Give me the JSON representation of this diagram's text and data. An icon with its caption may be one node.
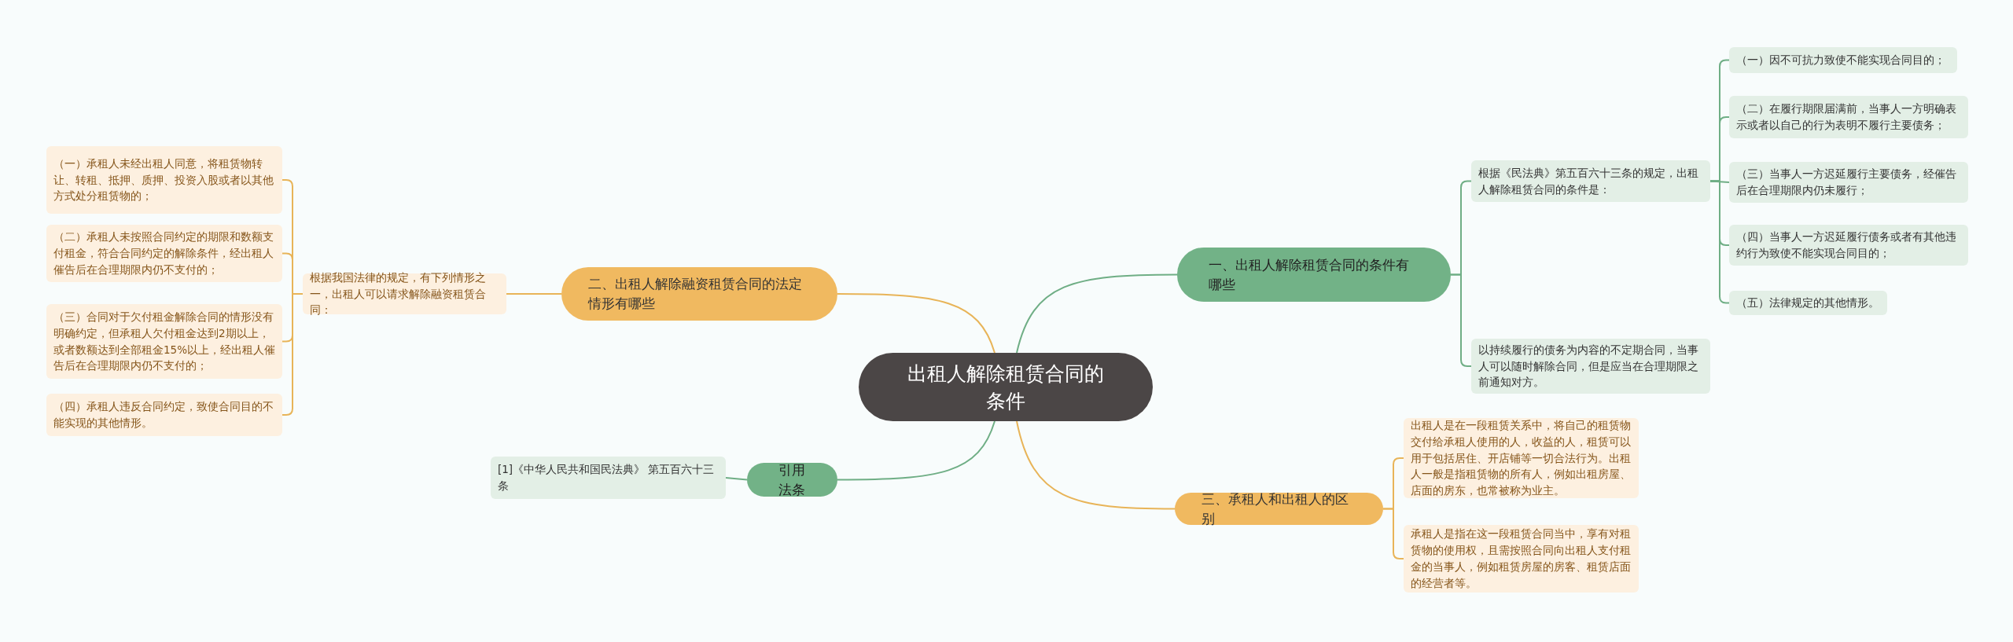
{
  "diagram": {
    "nodes": [
      {
        "text": [
          "出租人解除租赁合同的条件"
        ]
      },
      {
        "text": [
          "一、出租人解除租赁合同的条件有哪些"
        ]
      },
      {
        "text": [
          "根据《民法典》第五百六十三条的规定，出租人解除租赁合同的条件是："
        ]
      },
      {
        "text": [
          "（一）因不可抗力致使不能实现合同目的；"
        ]
      },
      {
        "text": [
          "（二）在履行期限届满前，当事人一方明确表示或者以自己的行为表明不履行主要债务；"
        ]
      },
      {
        "text": [
          "（三）当事人一方迟延履行主要债务，经催告后在合理期限内仍未履行；"
        ]
      },
      {
        "text": [
          "（四）当事人一方迟延履行债务或者有其他违约行为致使不能实现合同目的；"
        ]
      },
      {
        "text": [
          "（五）法律规定的其他情形。"
        ]
      },
      {
        "text": [
          "以持续履行的债务为内容的不定期合同，当事人可以随时解除合同，但是应当在合理期限之前通知对方。"
        ]
      },
      {
        "text": [
          "三、承租人和出租人的区别"
        ]
      },
      {
        "text": [
          "出租人是在一段租赁关系中，将自己的租赁物交付给承租人使用的人，收益的人，租赁可以用于包括居住、开店铺等一切合法行为。出租人一般是指租赁物的所有人，例如出租房屋、店面的房东，也常被称为业主。"
        ]
      },
      {
        "text": [
          "承租人是指在这一段租赁合同当中，享有对租赁物的使用权，且需按照合同向出租人支付租金的当事人，例如租赁房屋的房客、租赁店面的经营者等。"
        ]
      },
      {
        "text": [
          "二、出租人解除融资租赁合同的法定情形有哪些"
        ]
      },
      {
        "text": [
          "根据我国法律的规定，有下列情形之一，出租人可以请求解除融资租赁合同："
        ]
      },
      {
        "text": [
          "（一）承租人未经出租人同意，将租赁物转让、转租、抵押、质押、投资入股或者以其他方式处分租赁物的；"
        ]
      },
      {
        "text": [
          "（二）承租人未按照合同约定的期限和数额支付租金，符合合同约定的解除条件，经出租人催告后在合理期限内仍不支付的；"
        ]
      },
      {
        "text": [
          "（三）合同对于欠付租金解除合同的情形没有明确约定，但承租人欠付租金达到2期以上，或者数额达到全部租金15%以上，经出租人催告后在合理期限内仍不支付的；"
        ]
      },
      {
        "text": [
          "（四）承租人违反合同约定，致使合同目的不能实现的其他情形。"
        ]
      },
      {
        "text": [
          "引用法条"
        ]
      },
      {
        "text": [
          "[1]《中华人民共和国民法典》 第五百六十三条"
        ]
      }
    ],
    "edges": [
      {
        "from": 0,
        "to": 1,
        "arrow": "none"
      },
      {
        "from": 1,
        "to": 2,
        "arrow": "none"
      },
      {
        "from": 2,
        "to": 3,
        "arrow": "none"
      },
      {
        "from": 2,
        "to": 4,
        "arrow": "none"
      },
      {
        "from": 2,
        "to": 5,
        "arrow": "none"
      },
      {
        "from": 2,
        "to": 6,
        "arrow": "none"
      },
      {
        "from": 2,
        "to": 7,
        "arrow": "none"
      },
      {
        "from": 1,
        "to": 8,
        "arrow": "none"
      },
      {
        "from": 0,
        "to": 9,
        "arrow": "none",
        "color": "#e8b458"
      },
      {
        "from": 9,
        "to": 10,
        "arrow": "none",
        "color": "#e8b458"
      },
      {
        "from": 9,
        "to": 11,
        "arrow": "none",
        "color": "#e8b458"
      },
      {
        "from": 0,
        "to": 12,
        "arrow": "none",
        "color": "#e8b458"
      },
      {
        "from": 12,
        "to": 13,
        "arrow": "none",
        "color": "#e8b458"
      },
      {
        "from": 13,
        "to": 14,
        "arrow": "none",
        "color": "#e8b458"
      },
      {
        "from": 13,
        "to": 15,
        "arrow": "none",
        "color": "#e8b458"
      },
      {
        "from": 13,
        "to": 16,
        "arrow": "none",
        "color": "#e8b458"
      },
      {
        "from": 13,
        "to": 17,
        "arrow": "none",
        "color": "#e8b458"
      },
      {
        "from": 0,
        "to": 18,
        "arrow": "none"
      },
      {
        "from": 18,
        "to": 19,
        "arrow": "none"
      }
    ]
  }
}
